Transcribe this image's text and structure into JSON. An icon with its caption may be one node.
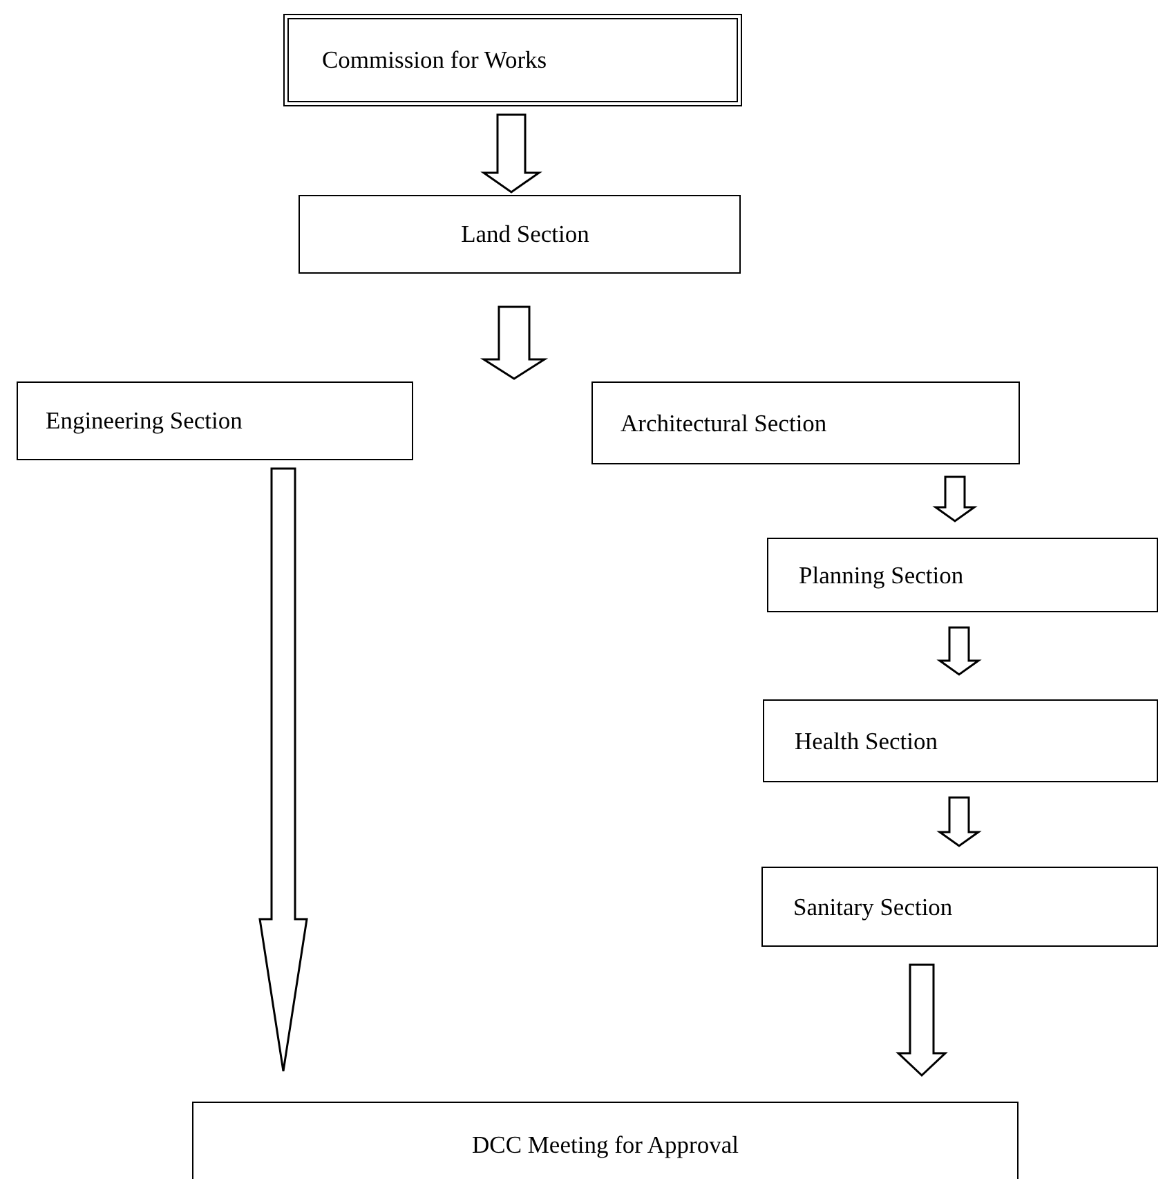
{
  "diagram": {
    "nodes": [
      {
        "text": [
          "Commission for Works"
        ]
      },
      {
        "text": [
          "Land Section"
        ]
      },
      {
        "text": [
          "Engineering Section"
        ]
      },
      {
        "text": [
          "Architectural Section"
        ]
      },
      {
        "text": [
          "Planning Section"
        ]
      },
      {
        "text": [
          "Health Section"
        ]
      },
      {
        "text": [
          "Sanitary Section"
        ]
      },
      {
        "text": [
          "DCC Meeting for Approval"
        ]
      }
    ],
    "edges": [
      {
        "from": 0,
        "to": 1,
        "arrow": "to"
      },
      {
        "from": 1,
        "to": 2,
        "arrow": "to"
      },
      {
        "from": 1,
        "to": 3,
        "arrow": "to"
      },
      {
        "from": 2,
        "to": 7,
        "arrow": "to"
      },
      {
        "from": 3,
        "to": 4,
        "arrow": "to"
      },
      {
        "from": 4,
        "to": 5,
        "arrow": "to"
      },
      {
        "from": 5,
        "to": 6,
        "arrow": "to"
      },
      {
        "from": 6,
        "to": 7,
        "arrow": "to"
      }
    ]
  }
}
